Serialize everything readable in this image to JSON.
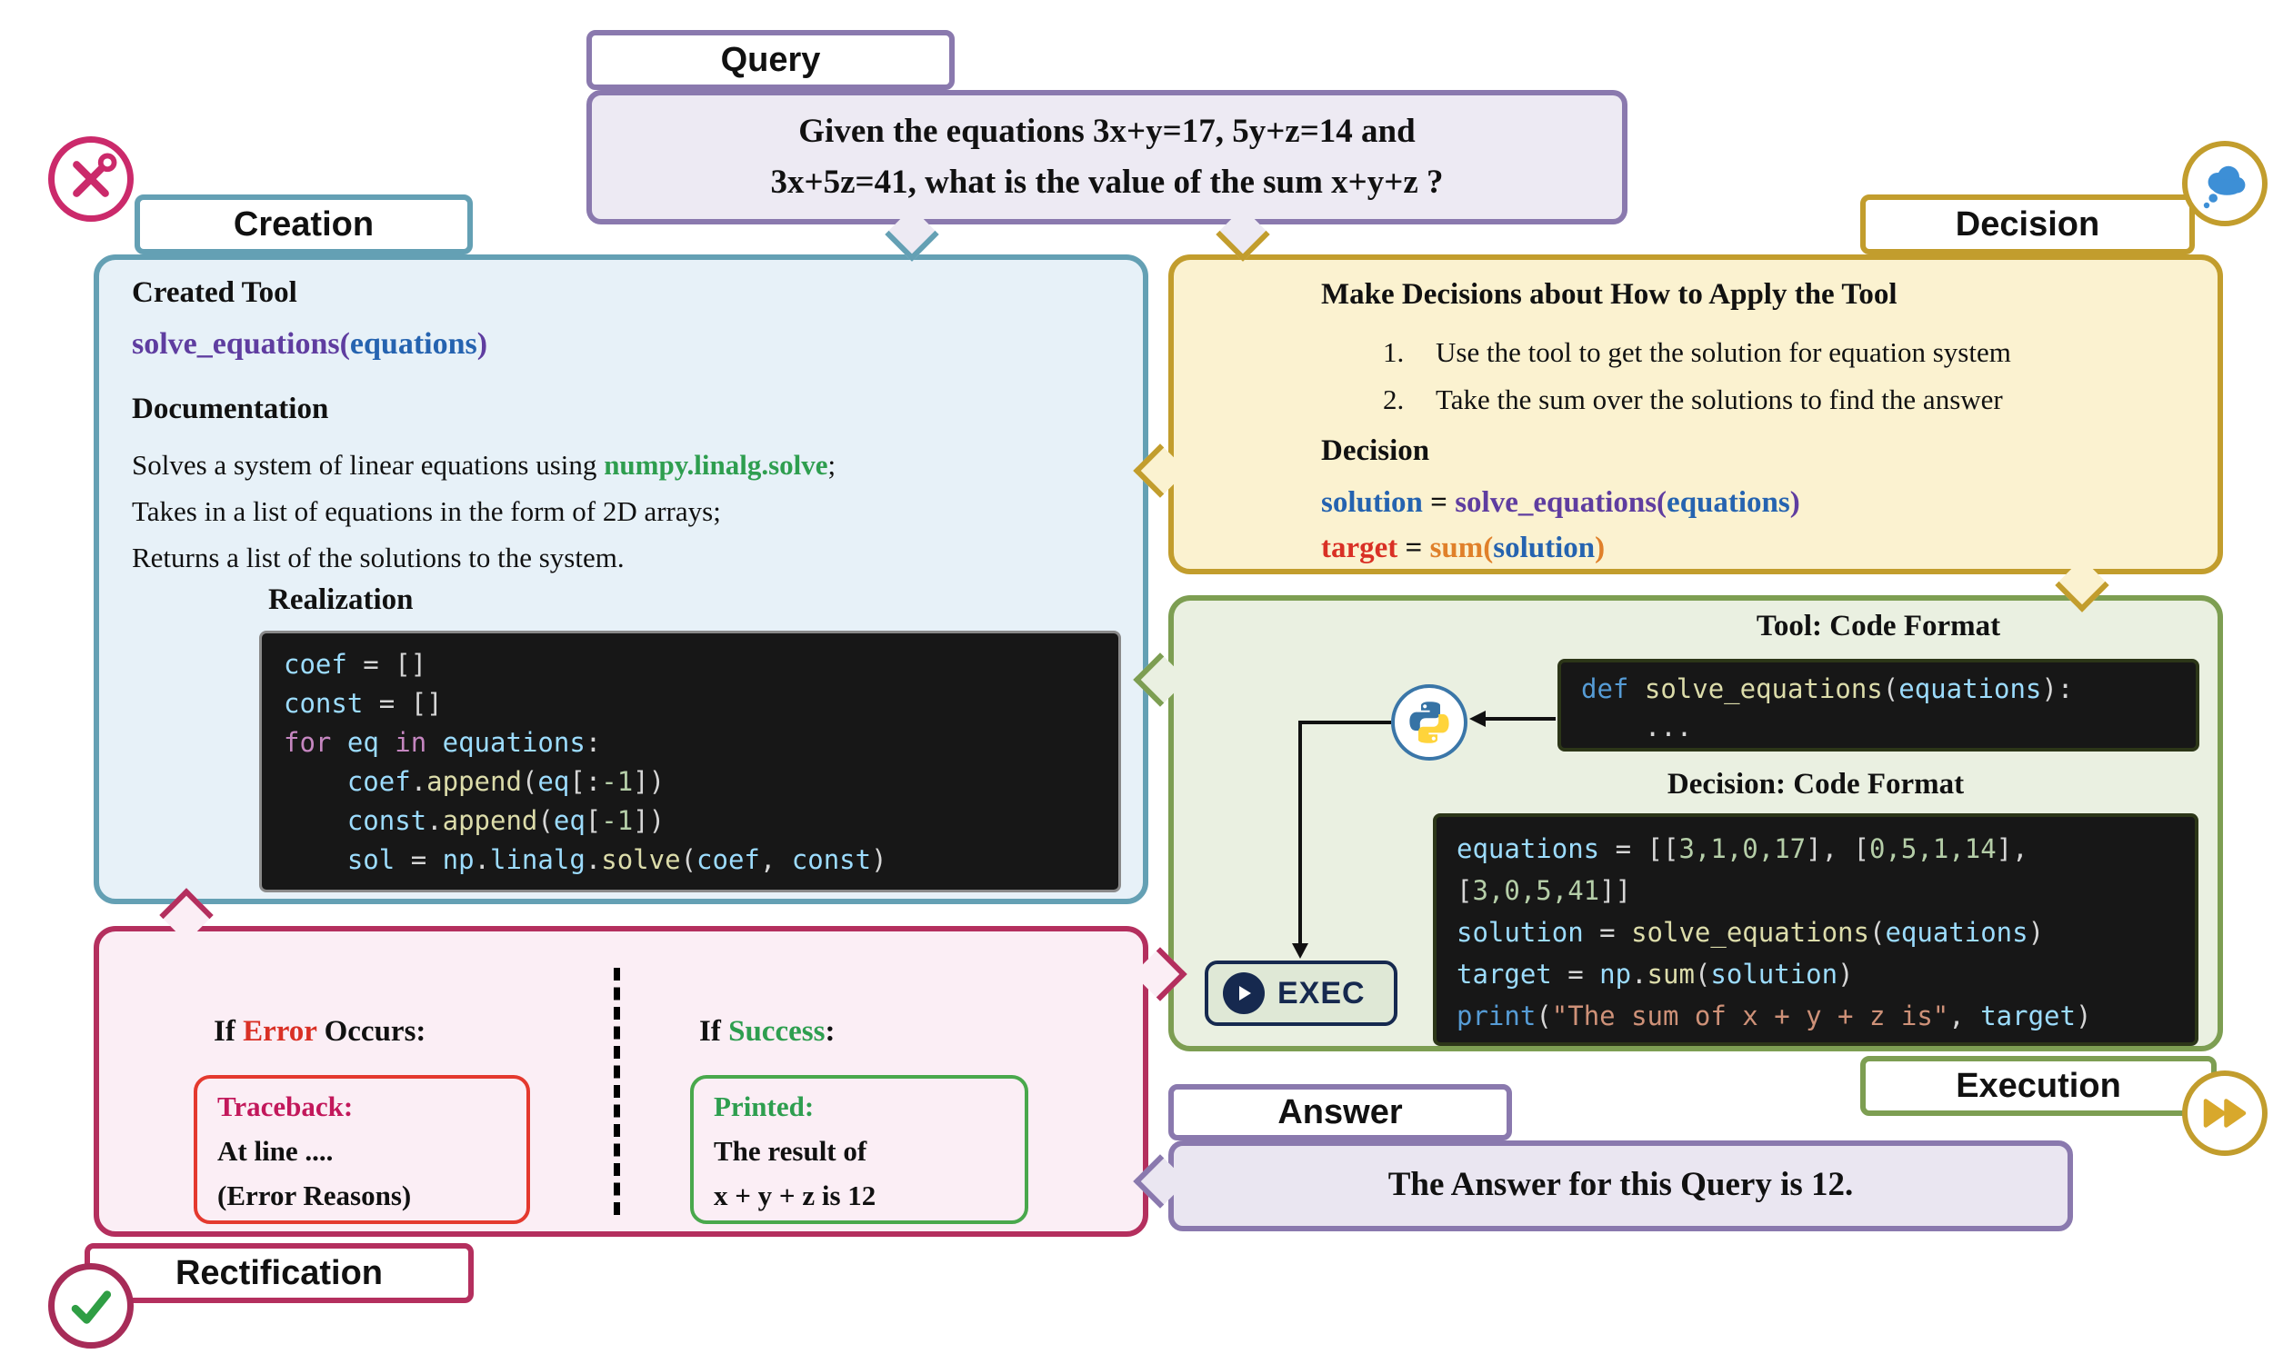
{
  "palette": {
    "query_border": "#8a79ae",
    "query_bg": "#edeaf3",
    "creation_border": "#64a0b4",
    "creation_bg": "#e7f1f8",
    "decision_border": "#c29d2d",
    "decision_bg": "#fbf2d0",
    "execution_border": "#7d9e52",
    "execution_bg": "#eaf0e1",
    "rectification_border": "#b42f5e",
    "rectification_bg": "#fbeef5",
    "code_bg": "#171717"
  },
  "token_colors": {
    "plain": "#d6d6d6",
    "kw": "#c586c0",
    "var": "#9cdcfe",
    "fn": "#dcdcaa",
    "num": "#b5cea8",
    "str": "#ce9178",
    "def": "#569cd6",
    "purple": "#5f3da0",
    "blue": "#2563b0",
    "red": "#d93025",
    "orange": "#e0802a",
    "green": "#2e9e4f",
    "black": "#111111"
  },
  "icons": {
    "creation_badge": "tools-icon",
    "decision_badge": "thought-bubble-icon",
    "execution_badge": "fast-forward-icon",
    "rectification_badge": "check-icon",
    "python": "python-logo-icon",
    "exec_play": "play-icon"
  },
  "query": {
    "tab": "Query",
    "lines": [
      "Given the equations 3x+y=17, 5y+z=14 and",
      "3x+5z=41, what is the value of the sum x+y+z ?"
    ]
  },
  "creation": {
    "tab": "Creation",
    "created_tool_label": "Created Tool",
    "signature": [
      [
        "purple",
        "solve_equations("
      ],
      [
        "blue",
        "equations"
      ],
      [
        "purple",
        ")"
      ]
    ],
    "documentation_label": "Documentation",
    "doc_lines": [
      [
        [
          "black",
          "Solves a system of linear equations using "
        ],
        [
          "green",
          "numpy.linalg.solve",
          "b"
        ],
        [
          "black",
          ";"
        ]
      ],
      [
        [
          "black",
          "Takes in a list of equations in the form of 2D arrays;"
        ]
      ],
      [
        [
          "black",
          "Returns a list of the solutions to the system."
        ]
      ]
    ],
    "realization_label": "Realization",
    "code": [
      [
        [
          "var",
          "coef"
        ],
        [
          "plain",
          " = []"
        ]
      ],
      [
        [
          "var",
          "const"
        ],
        [
          "plain",
          " = []"
        ]
      ],
      [
        [
          "kw",
          "for"
        ],
        [
          "plain",
          " "
        ],
        [
          "var",
          "eq"
        ],
        [
          "plain",
          " "
        ],
        [
          "kw",
          "in"
        ],
        [
          "plain",
          " "
        ],
        [
          "var",
          "equations"
        ],
        [
          "plain",
          ":"
        ]
      ],
      [
        [
          "plain",
          "    "
        ],
        [
          "var",
          "coef"
        ],
        [
          "plain",
          "."
        ],
        [
          "fn",
          "append"
        ],
        [
          "plain",
          "("
        ],
        [
          "var",
          "eq"
        ],
        [
          "plain",
          "[:"
        ],
        [
          "num",
          "-1"
        ],
        [
          "plain",
          "])"
        ]
      ],
      [
        [
          "plain",
          "    "
        ],
        [
          "var",
          "const"
        ],
        [
          "plain",
          "."
        ],
        [
          "fn",
          "append"
        ],
        [
          "plain",
          "("
        ],
        [
          "var",
          "eq"
        ],
        [
          "plain",
          "["
        ],
        [
          "num",
          "-1"
        ],
        [
          "plain",
          "])"
        ]
      ],
      [
        [
          "plain",
          "    "
        ],
        [
          "var",
          "sol"
        ],
        [
          "plain",
          " = "
        ],
        [
          "var",
          "np"
        ],
        [
          "plain",
          "."
        ],
        [
          "var",
          "linalg"
        ],
        [
          "plain",
          "."
        ],
        [
          "fn",
          "solve"
        ],
        [
          "plain",
          "("
        ],
        [
          "var",
          "coef"
        ],
        [
          "plain",
          ", "
        ],
        [
          "var",
          "const"
        ],
        [
          "plain",
          ")"
        ]
      ]
    ]
  },
  "decision": {
    "tab": "Decision",
    "heading": "Make Decisions about How to Apply the Tool",
    "items": [
      {
        "num": "1.",
        "text": "Use the tool to get the solution for equation system"
      },
      {
        "num": "2.",
        "text": "Take the sum over the solutions to find the answer"
      }
    ],
    "decision_label": "Decision",
    "solution_line": [
      [
        "blue",
        "solution"
      ],
      [
        "black",
        " = "
      ],
      [
        "purple",
        "solve_equations("
      ],
      [
        "blue",
        "equations"
      ],
      [
        "purple",
        ")"
      ]
    ],
    "target_line": [
      [
        "red",
        "target"
      ],
      [
        "black",
        " = "
      ],
      [
        "orange",
        "sum("
      ],
      [
        "blue",
        "solution"
      ],
      [
        "orange",
        ")"
      ]
    ]
  },
  "execution": {
    "tab": "Execution",
    "tool_heading": "Tool: Code Format",
    "decision_heading": "Decision: Code Format",
    "exec_label": "EXEC",
    "tool_code": [
      [
        [
          "def",
          "def"
        ],
        [
          "plain",
          " "
        ],
        [
          "fn",
          "solve_equations"
        ],
        [
          "plain",
          "("
        ],
        [
          "var",
          "equations"
        ],
        [
          "plain",
          "):"
        ]
      ],
      [
        [
          "plain",
          "    ..."
        ]
      ]
    ],
    "decision_code": [
      [
        [
          "var",
          "equations"
        ],
        [
          "plain",
          " = [["
        ],
        [
          "num",
          "3,1,0,17"
        ],
        [
          "plain",
          "], ["
        ],
        [
          "num",
          "0,5,1,14"
        ],
        [
          "plain",
          "],"
        ]
      ],
      [
        [
          "plain",
          "["
        ],
        [
          "num",
          "3,0,5,41"
        ],
        [
          "plain",
          "]]"
        ]
      ],
      [
        [
          "var",
          "solution"
        ],
        [
          "plain",
          " = "
        ],
        [
          "fn",
          "solve_equations"
        ],
        [
          "plain",
          "("
        ],
        [
          "var",
          "equations"
        ],
        [
          "plain",
          ")"
        ]
      ],
      [
        [
          "var",
          "target"
        ],
        [
          "plain",
          " = "
        ],
        [
          "var",
          "np"
        ],
        [
          "plain",
          "."
        ],
        [
          "fn",
          "sum"
        ],
        [
          "plain",
          "("
        ],
        [
          "var",
          "solution"
        ],
        [
          "plain",
          ")"
        ]
      ],
      [
        [
          "def",
          "print"
        ],
        [
          "plain",
          "("
        ],
        [
          "str",
          "\"The sum of x + y + z is\""
        ],
        [
          "plain",
          ", "
        ],
        [
          "var",
          "target"
        ],
        [
          "plain",
          ")"
        ]
      ]
    ]
  },
  "rectification": {
    "tab": "Rectification",
    "error_heading": [
      [
        "black",
        "If "
      ],
      [
        "red",
        "Error"
      ],
      [
        "black",
        " Occurs:"
      ]
    ],
    "traceback": {
      "title": "Traceback:",
      "line1": "At line ....",
      "line2": "(Error Reasons)"
    },
    "success_heading": [
      [
        "black",
        "If "
      ],
      [
        "green",
        "Success"
      ],
      [
        "black",
        ":"
      ]
    ],
    "printed": {
      "title": "Printed:",
      "line1": "The result of",
      "line2": "x + y + z  is 12"
    }
  },
  "answer": {
    "tab": "Answer",
    "text": "The Answer for this Query is 12."
  }
}
